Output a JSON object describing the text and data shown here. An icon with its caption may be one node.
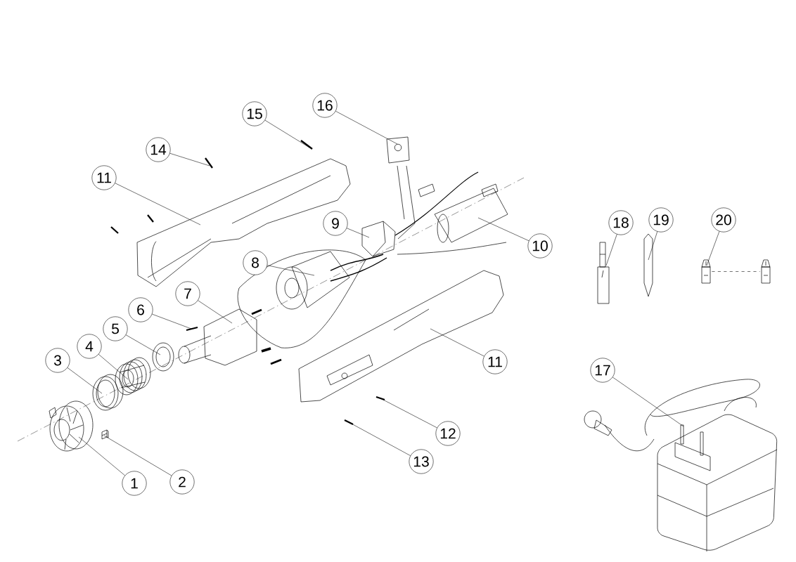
{
  "diagram": {
    "nodes": [
      {
        "text": [
          "15"
        ]
      },
      {
        "text": [
          "16"
        ]
      },
      {
        "text": [
          "14"
        ]
      },
      {
        "text": [
          "11"
        ]
      },
      {
        "text": [
          "9"
        ]
      },
      {
        "text": [
          "18"
        ]
      },
      {
        "text": [
          "19"
        ]
      },
      {
        "text": [
          "20"
        ]
      },
      {
        "text": [
          "10"
        ]
      },
      {
        "text": [
          "8"
        ]
      },
      {
        "text": [
          "7"
        ]
      },
      {
        "text": [
          "6"
        ]
      },
      {
        "text": [
          "5"
        ]
      },
      {
        "text": [
          "4"
        ]
      },
      {
        "text": [
          "11"
        ]
      },
      {
        "text": [
          "3"
        ]
      },
      {
        "text": [
          "17"
        ]
      },
      {
        "text": [
          "12"
        ]
      },
      {
        "text": [
          "13"
        ]
      },
      {
        "text": [
          "1"
        ]
      },
      {
        "text": [
          "2"
        ]
      },
      {
        "text": [],
        "shape": "picture"
      },
      {
        "text": [],
        "shape": "picture"
      },
      {
        "text": [],
        "shape": "picture"
      },
      {
        "text": [],
        "shape": "picture"
      },
      {
        "text": [],
        "shape": "picture"
      },
      {
        "text": [],
        "shape": "picture"
      },
      {
        "text": [],
        "shape": "picture"
      },
      {
        "text": [],
        "shape": "picture"
      },
      {
        "text": [],
        "shape": "picture"
      },
      {
        "text": [],
        "shape": "picture"
      },
      {
        "text": [],
        "shape": "picture"
      },
      {
        "text": [],
        "shape": "picture"
      },
      {
        "text": [],
        "shape": "picture"
      },
      {
        "text": [],
        "shape": "picture"
      },
      {
        "text": [],
        "shape": "picture"
      },
      {
        "text": [],
        "shape": "picture"
      },
      {
        "text": [],
        "shape": "picture"
      },
      {
        "text": [],
        "shape": "picture"
      },
      {
        "text": [],
        "shape": "picture"
      },
      {
        "text": [],
        "shape": "picture"
      },
      {
        "text": [],
        "shape": "picture"
      },
      {
        "text": [],
        "shape": "picture"
      }
    ],
    "edges": [
      {
        "from": 0,
        "to": 21,
        "arrow": "none"
      },
      {
        "from": 1,
        "to": 22,
        "arrow": "none"
      },
      {
        "from": 2,
        "to": 23,
        "arrow": "none"
      },
      {
        "from": 3,
        "to": 24,
        "arrow": "none"
      },
      {
        "from": 4,
        "to": 25,
        "arrow": "none"
      },
      {
        "from": 5,
        "to": 26,
        "arrow": "none"
      },
      {
        "from": 6,
        "to": 27,
        "arrow": "none"
      },
      {
        "from": 7,
        "to": 28,
        "arrow": "none"
      },
      {
        "from": 8,
        "to": 30,
        "arrow": "none"
      },
      {
        "from": 9,
        "to": 31,
        "arrow": "none"
      },
      {
        "from": 10,
        "to": 32,
        "arrow": "none"
      },
      {
        "from": 11,
        "to": 33,
        "arrow": "none"
      },
      {
        "from": 12,
        "to": 34,
        "arrow": "none"
      },
      {
        "from": 13,
        "to": 35,
        "arrow": "none"
      },
      {
        "from": 14,
        "to": 36,
        "arrow": "none"
      },
      {
        "from": 15,
        "to": 37,
        "arrow": "none"
      },
      {
        "from": 16,
        "to": 38,
        "arrow": "none"
      },
      {
        "from": 17,
        "to": 39,
        "arrow": "none"
      },
      {
        "from": 18,
        "to": 40,
        "arrow": "none"
      },
      {
        "from": 19,
        "to": 41,
        "arrow": "none"
      },
      {
        "from": 20,
        "to": 42,
        "arrow": "none"
      },
      {
        "from": 28,
        "to": 29,
        "arrow": "none",
        "style": "dashed"
      }
    ]
  }
}
